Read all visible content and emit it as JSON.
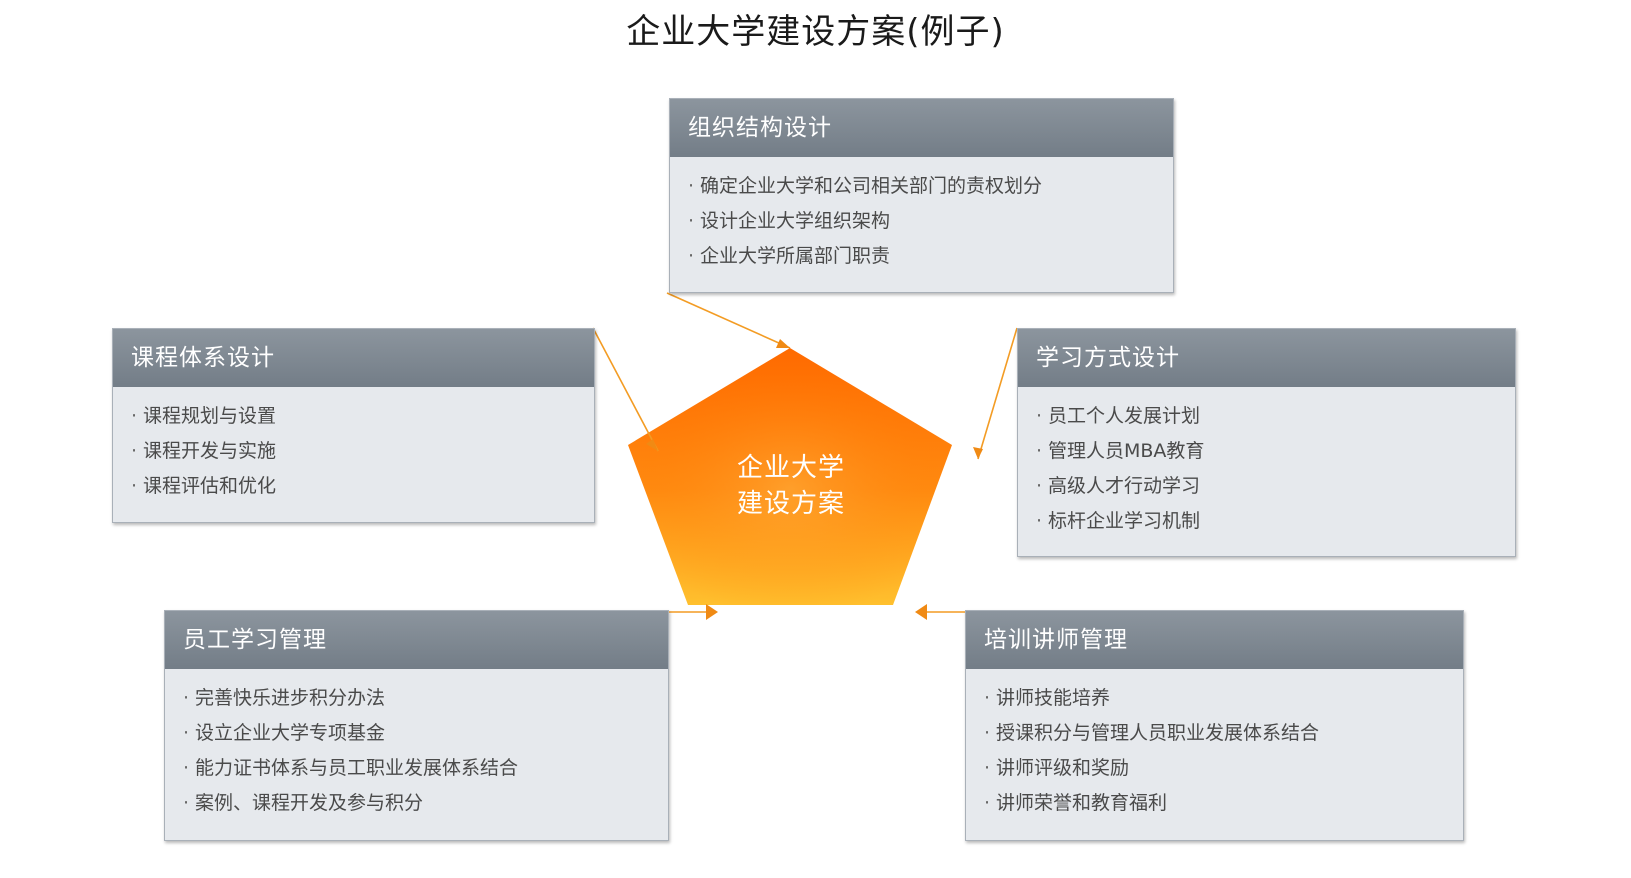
{
  "title": "企业大学建设方案(例子)",
  "center": {
    "line1": "企业大学",
    "line2": "建设方案",
    "color_top": "#ff7b12",
    "color_bottom": "#ffb42a"
  },
  "colors": {
    "header_bg": "#808a94",
    "card_bg": "#e6e9ed",
    "connector": "#f39c24"
  },
  "cards": {
    "org": {
      "title": "组织结构设计",
      "items": [
        "确定企业大学和公司相关部门的责权划分",
        "设计企业大学组织架构",
        "企业大学所属部门职责"
      ]
    },
    "course": {
      "title": "课程体系设计",
      "items": [
        "课程规划与设置",
        "课程开发与实施",
        "课程评估和优化"
      ]
    },
    "learning": {
      "title": "学习方式设计",
      "items": [
        "员工个人发展计划",
        "管理人员MBA教育",
        "高级人才行动学习",
        "标杆企业学习机制"
      ]
    },
    "employee": {
      "title": "员工学习管理",
      "items": [
        "完善快乐进步积分办法",
        "设立企业大学专项基金",
        "能力证书体系与员工职业发展体系结合",
        "案例、课程开发及参与积分"
      ]
    },
    "trainer": {
      "title": "培训讲师管理",
      "items": [
        "讲师技能培养",
        "授课积分与管理人员职业发展体系结合",
        "讲师评级和奖励",
        "讲师荣誉和教育福利"
      ]
    }
  }
}
